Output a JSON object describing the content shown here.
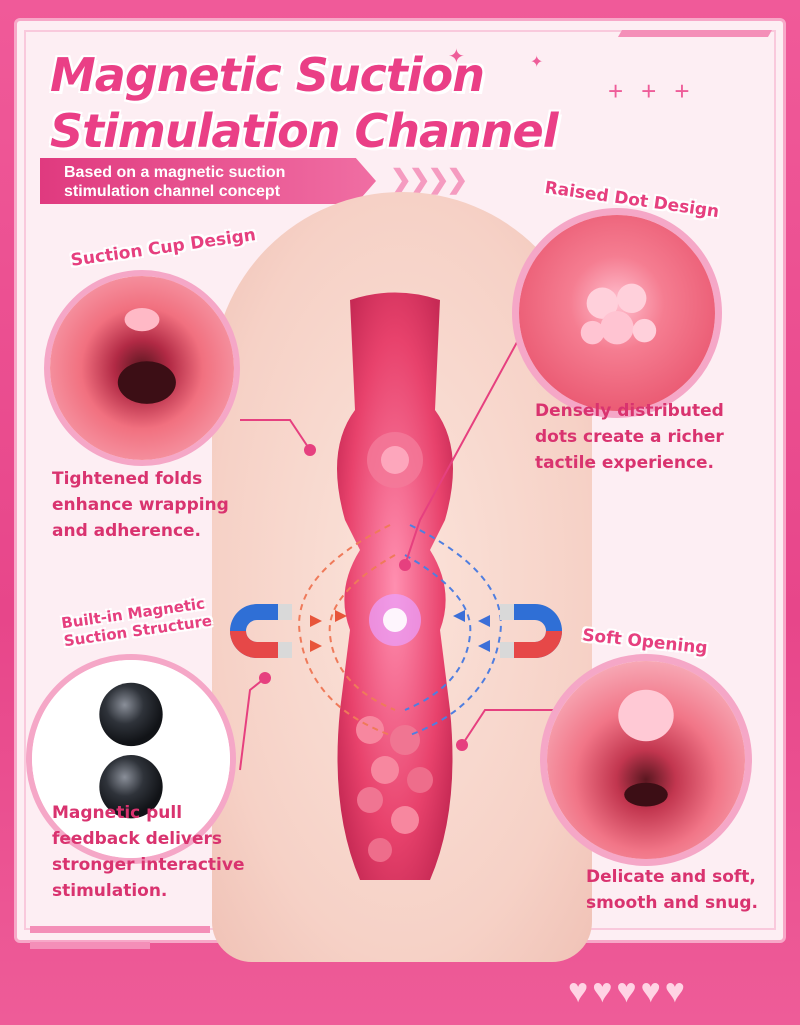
{
  "header": {
    "title_line1": "Magnetic Suction",
    "title_line2": "Stimulation Channel",
    "subtitle_line1": "Based on a magnetic suction",
    "subtitle_line2": "stimulation channel concept"
  },
  "features": {
    "suction_cup": {
      "title": "Suction Cup Design",
      "desc": [
        "Tightened folds",
        "enhance wrapping",
        "and adherence."
      ]
    },
    "raised_dot": {
      "title": "Raised Dot Design",
      "desc": [
        "Densely distributed",
        "dots create a richer",
        "tactile experience."
      ]
    },
    "magnetic": {
      "title_line1": "Built-in Magnetic",
      "title_line2": "Suction Structure",
      "desc": [
        "Magnetic pull",
        "feedback delivers",
        "stronger interactive",
        "stimulation."
      ]
    },
    "soft_opening": {
      "title": "Soft Opening",
      "desc": [
        "Delicate and soft,",
        "smooth and snug."
      ]
    }
  },
  "colors": {
    "accent": "#ea3f86",
    "frame": "#f5a7c7",
    "text": "#d9336f",
    "background": "#fdeef3"
  },
  "icons": {
    "magnet_left": "magnet-icon",
    "magnet_right": "magnet-icon",
    "hearts": "heart-icon"
  }
}
